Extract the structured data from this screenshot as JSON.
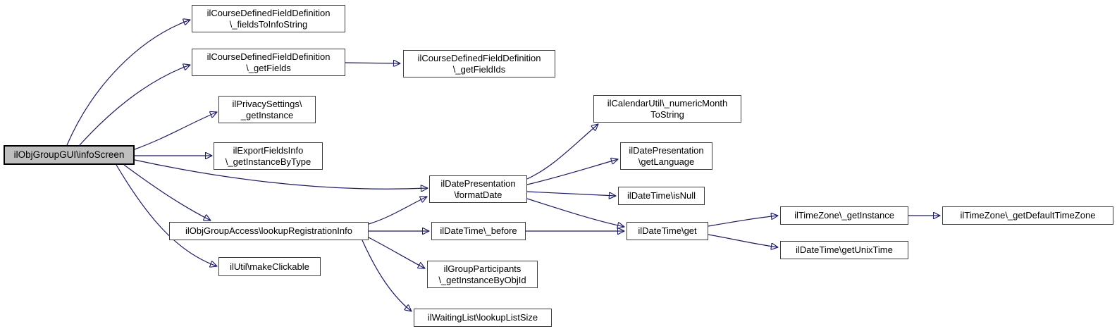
{
  "diagram": {
    "kind": "doxygen-call-graph",
    "colors": {
      "edge": "#191970",
      "node_border": "#3d3d3d",
      "node_fill": "#ffffff",
      "root_fill": "#bfbfbf",
      "text": "#000000",
      "background": "#ffffff"
    },
    "nodes": {
      "infoScreen": {
        "label": "ilObjGroupGUI\\infoScreen"
      },
      "fieldsToInfoString": {
        "line1": "ilCourseDefinedFieldDefinition",
        "line2": "\\_fieldsToInfoString"
      },
      "getFields": {
        "line1": "ilCourseDefinedFieldDefinition",
        "line2": "\\_getFields"
      },
      "getFieldIds": {
        "line1": "ilCourseDefinedFieldDefinition",
        "line2": "\\_getFieldIds"
      },
      "privacyGetInstance": {
        "line1": "ilPrivacySettings\\",
        "line2": "_getInstance"
      },
      "exportFieldsInfo": {
        "line1": "ilExportFieldsInfo",
        "line2": "\\_getInstanceByType"
      },
      "formatDate": {
        "line1": "ilDatePresentation",
        "line2": "\\formatDate"
      },
      "numericMonthToString": {
        "line1": "ilCalendarUtil\\_numericMonth",
        "line2": "ToString"
      },
      "getLanguage": {
        "line1": "ilDatePresentation",
        "line2": "\\getLanguage"
      },
      "isNull": {
        "label": "ilDateTime\\isNull"
      },
      "lookupRegistrationInfo": {
        "label": "ilObjGroupAccess\\lookupRegistrationInfo"
      },
      "before": {
        "label": "ilDateTime\\_before"
      },
      "get": {
        "label": "ilDateTime\\get"
      },
      "timeZoneGetInstance": {
        "label": "ilTimeZone\\_getInstance"
      },
      "getUnixTime": {
        "label": "ilDateTime\\getUnixTime"
      },
      "getDefaultTimeZone": {
        "label": "ilTimeZone\\_getDefaultTimeZone"
      },
      "makeClickable": {
        "label": "ilUtil\\makeClickable"
      },
      "groupParticipants": {
        "line1": "ilGroupParticipants",
        "line2": "\\_getInstanceByObjId"
      },
      "lookupListSize": {
        "label": "ilWaitingList\\lookupListSize"
      }
    },
    "edges": [
      {
        "from": "ilObjGroupGUI\\infoScreen",
        "to": "ilCourseDefinedFieldDefinition\\_fieldsToInfoString"
      },
      {
        "from": "ilObjGroupGUI\\infoScreen",
        "to": "ilCourseDefinedFieldDefinition\\_getFields"
      },
      {
        "from": "ilObjGroupGUI\\infoScreen",
        "to": "ilPrivacySettings\\_getInstance"
      },
      {
        "from": "ilObjGroupGUI\\infoScreen",
        "to": "ilExportFieldsInfo\\_getInstanceByType"
      },
      {
        "from": "ilObjGroupGUI\\infoScreen",
        "to": "ilDatePresentation\\formatDate"
      },
      {
        "from": "ilObjGroupGUI\\infoScreen",
        "to": "ilObjGroupAccess\\lookupRegistrationInfo"
      },
      {
        "from": "ilObjGroupGUI\\infoScreen",
        "to": "ilUtil\\makeClickable"
      },
      {
        "from": "ilCourseDefinedFieldDefinition\\_getFields",
        "to": "ilCourseDefinedFieldDefinition\\_getFieldIds"
      },
      {
        "from": "ilDatePresentation\\formatDate",
        "to": "ilCalendarUtil\\_numericMonthToString"
      },
      {
        "from": "ilDatePresentation\\formatDate",
        "to": "ilDatePresentation\\getLanguage"
      },
      {
        "from": "ilDatePresentation\\formatDate",
        "to": "ilDateTime\\isNull"
      },
      {
        "from": "ilDatePresentation\\formatDate",
        "to": "ilDateTime\\get"
      },
      {
        "from": "ilObjGroupAccess\\lookupRegistrationInfo",
        "to": "ilDatePresentation\\formatDate"
      },
      {
        "from": "ilObjGroupAccess\\lookupRegistrationInfo",
        "to": "ilDateTime\\_before"
      },
      {
        "from": "ilObjGroupAccess\\lookupRegistrationInfo",
        "to": "ilGroupParticipants\\_getInstanceByObjId"
      },
      {
        "from": "ilObjGroupAccess\\lookupRegistrationInfo",
        "to": "ilWaitingList\\lookupListSize"
      },
      {
        "from": "ilDateTime\\_before",
        "to": "ilDateTime\\get"
      },
      {
        "from": "ilDateTime\\get",
        "to": "ilTimeZone\\_getInstance"
      },
      {
        "from": "ilDateTime\\get",
        "to": "ilDateTime\\getUnixTime"
      },
      {
        "from": "ilTimeZone\\_getInstance",
        "to": "ilTimeZone\\_getDefaultTimeZone"
      }
    ]
  }
}
